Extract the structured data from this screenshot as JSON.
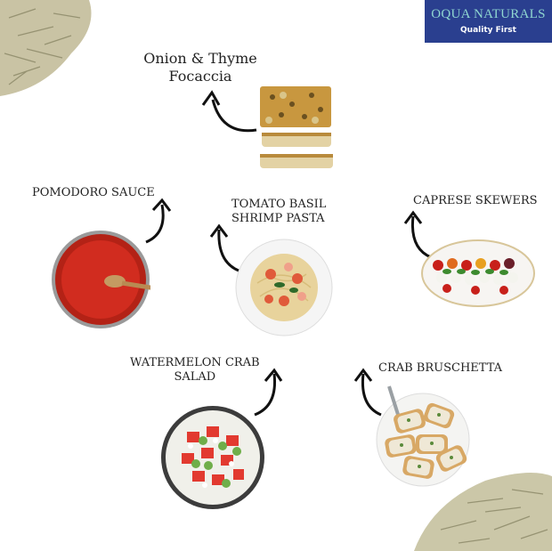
{
  "brand": {
    "name": "OQUA NATURALS",
    "tagline": "Quality First",
    "background": "#2a3f8f"
  },
  "items": [
    {
      "id": "focaccia",
      "lines": [
        "Onion & Thyme",
        "Focaccia"
      ]
    },
    {
      "id": "pomodoro",
      "lines": [
        "POMODORO SAUCE"
      ]
    },
    {
      "id": "shrimp-pasta",
      "lines": [
        "TOMATO BASIL",
        "SHRIMP PASTA"
      ]
    },
    {
      "id": "caprese",
      "lines": [
        "CAPRESE SKEWERS"
      ]
    },
    {
      "id": "watermelon",
      "lines": [
        "WATERMELON CRAB",
        "SALAD"
      ]
    },
    {
      "id": "bruschetta",
      "lines": [
        "CRAB BRUSCHETTA"
      ]
    }
  ]
}
